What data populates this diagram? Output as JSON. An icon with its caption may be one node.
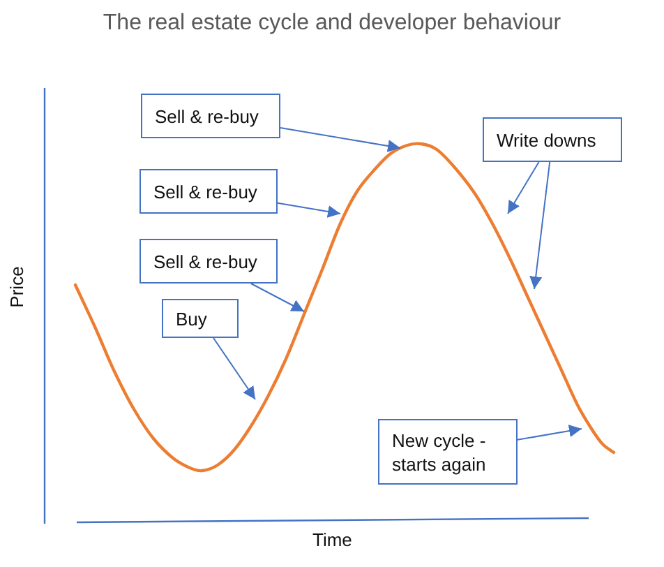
{
  "diagram": {
    "title": "The real estate cycle and developer behaviour",
    "nodes": [
      {
        "text": [
          "Sell & re-buy"
        ]
      },
      {
        "text": [
          "Write downs"
        ]
      },
      {
        "text": [
          "Sell & re-buy"
        ]
      },
      {
        "text": [
          "Sell & re-buy"
        ]
      },
      {
        "text": [
          "Buy"
        ]
      },
      {
        "text": [
          "New cycle - starts again"
        ]
      }
    ],
    "edges": [
      {
        "from": 0,
        "to": null,
        "arrow": "to"
      },
      {
        "from": 1,
        "to": null,
        "arrow": "to"
      },
      {
        "from": 1,
        "to": null,
        "arrow": "to"
      },
      {
        "from": 2,
        "to": null,
        "arrow": "to"
      },
      {
        "from": 3,
        "to": null,
        "arrow": "to"
      },
      {
        "from": 4,
        "to": null,
        "arrow": "to"
      },
      {
        "from": 5,
        "to": null,
        "arrow": "to"
      }
    ],
    "labels": [
      "Price",
      "Time"
    ]
  }
}
